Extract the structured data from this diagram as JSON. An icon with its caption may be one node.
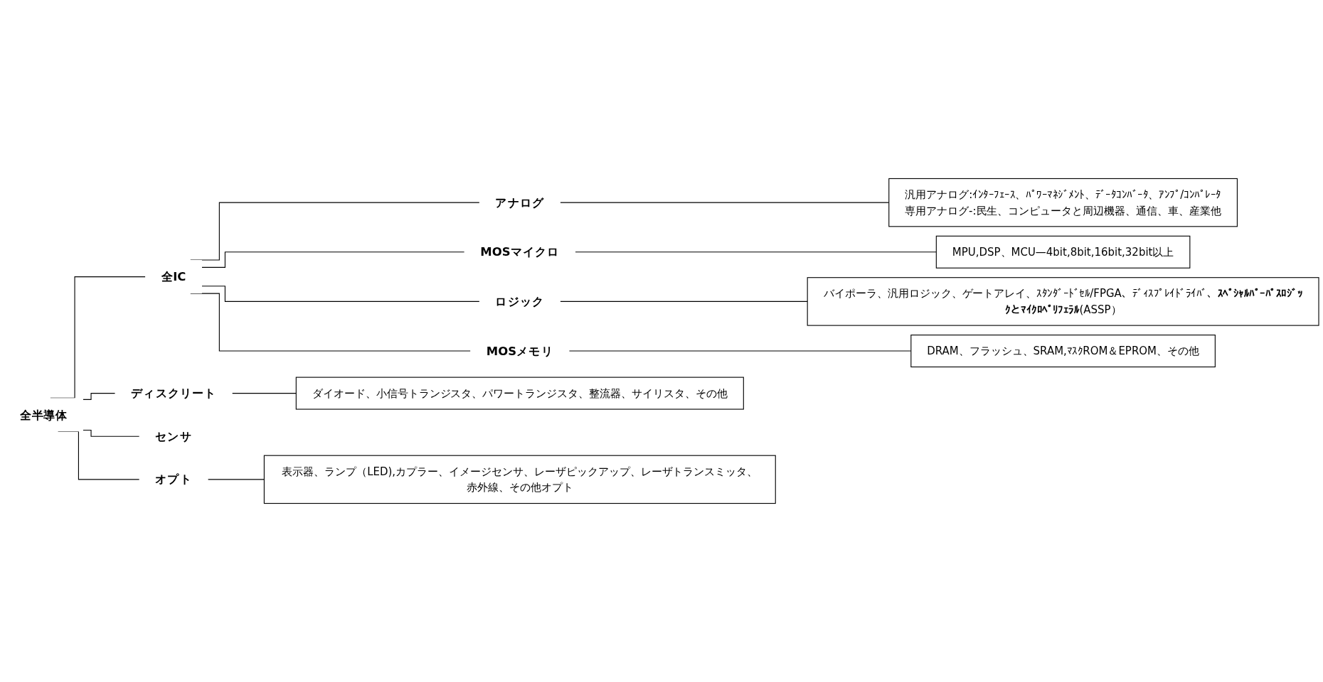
{
  "diagram": {
    "nodes": [
      {
        "text": [
          "全半導体"
        ]
      },
      {
        "text": [
          "ディスクリート"
        ]
      },
      {
        "text": [
          "オプト"
        ]
      },
      {
        "text": [
          "センサ"
        ]
      },
      {
        "text": [
          "全IC"
        ]
      },
      {
        "text": [
          "アナログ"
        ]
      },
      {
        "text": [
          "MOSマイクロ"
        ]
      },
      {
        "text": [
          "ロジック"
        ]
      },
      {
        "text": [
          "MOSメモリ"
        ]
      },
      {
        "text": [
          "ダイオード、小信号トランジスタ、パワートランジスタ、整流器、サイリスタ、その他"
        ]
      },
      {
        "text": [
          "表示器、ランプ（LED),カプラー、イメージセンサ、レーザピックアップ、レーザトランスミッタ、赤外線、その他オプト"
        ]
      },
      {
        "text": [
          "汎用アナログ:ｲﾝﾀｰﾌｪｰｽ、ﾊﾟﾜｰﾏﾈｼﾞﾒﾝﾄ、ﾃﾞｰﾀｺﾝﾊﾞｰﾀ、ｱﾝﾌﾟ/ｺﾝﾊﾟﾚｰﾀ",
          "専用アナログ-:民生、コンピュータと周辺機器、通信、車、産業他"
        ]
      },
      {
        "text": [
          "MPU,DSP、MCU—4bit,8bit,16bit,32bit以上"
        ]
      },
      {
        "text": [
          "バイポーラ、汎用ロジック、ゲートアレイ、ｽﾀﾝﾀﾞｰﾄﾞｾﾙ/FPGA、ﾃﾞｨｽﾌﾟﾚｲﾄﾞﾗｲﾊﾞ、**ｽﾍﾟｼｬﾙﾊﾟｰﾊﾟｽﾛｼﾞｯｸとﾏｲｸﾛﾍﾟﾘﾌｪﾗﾙ**(ASSP）"
        ]
      },
      {
        "text": [
          "DRAM、フラッシュ、SRAM,ﾏｽｸROM＆EPROM、その他"
        ]
      }
    ],
    "edges": [
      {
        "from": 0,
        "to": 1,
        "arrow": "none"
      },
      {
        "from": 0,
        "to": 2,
        "arrow": "none"
      },
      {
        "from": 0,
        "to": 3,
        "arrow": "none"
      },
      {
        "from": 0,
        "to": 4,
        "arrow": "none"
      },
      {
        "from": 1,
        "to": 9,
        "arrow": "none"
      },
      {
        "from": 2,
        "to": 10,
        "arrow": "none"
      },
      {
        "from": 4,
        "to": 5,
        "arrow": "none"
      },
      {
        "from": 4,
        "to": 6,
        "arrow": "none"
      },
      {
        "from": 4,
        "to": 7,
        "arrow": "none"
      },
      {
        "from": 4,
        "to": 8,
        "arrow": "none"
      },
      {
        "from": 5,
        "to": 11,
        "arrow": "none"
      },
      {
        "from": 6,
        "to": 12,
        "arrow": "none"
      },
      {
        "from": 7,
        "to": 13,
        "arrow": "none"
      },
      {
        "from": 8,
        "to": 14,
        "arrow": "none"
      }
    ]
  }
}
